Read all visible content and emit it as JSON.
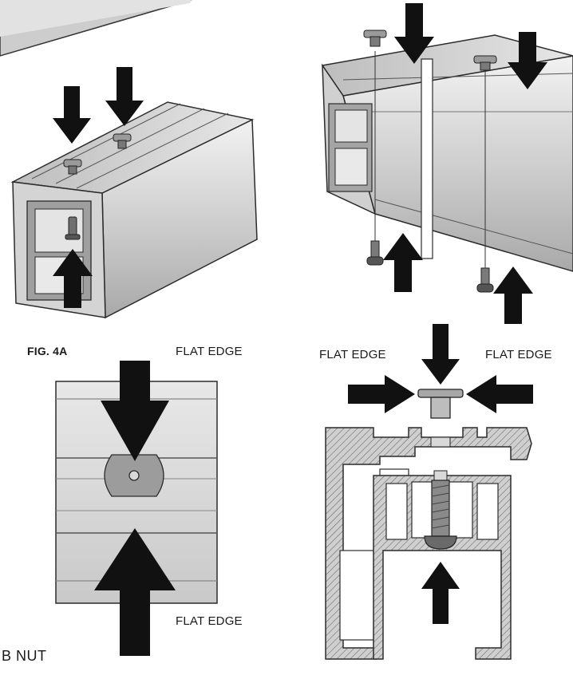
{
  "labels": {
    "fig": "FIG. 4A",
    "flat_edge_top_left": "FLAT EDGE",
    "flat_edge_bottom_left": "FLAT EDGE",
    "flat_edge_right_a": "FLAT EDGE",
    "flat_edge_right_b": "FLAT EDGE",
    "caption": "B NUT"
  },
  "colors": {
    "arrow": "#111111",
    "rail_light": "#d9d9d9",
    "rail_mid": "#b9b9b9",
    "rail_dark": "#8e8e8e",
    "outline": "#2b2b2b",
    "section_fill": "#c4c4c4"
  }
}
